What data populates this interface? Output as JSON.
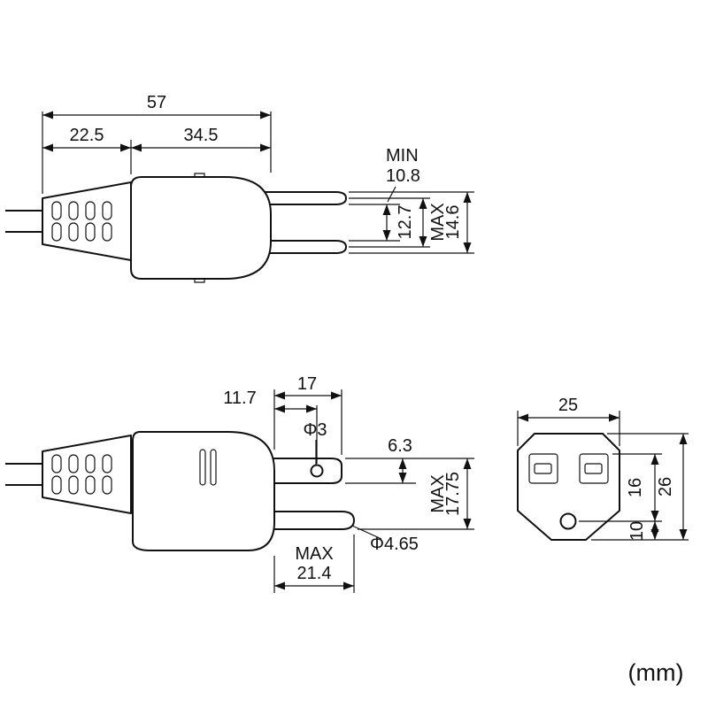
{
  "unit": "(mm)",
  "top_view": {
    "overall": "57",
    "boot": "22.5",
    "body": "34.5",
    "min_label": "MIN",
    "min_value": "10.8",
    "pitch": "12.7",
    "max_label": "MAX",
    "max_value": "14.6"
  },
  "side_view": {
    "blade_length": "17",
    "hole_offset": "11.7",
    "hole_dia": "Φ3",
    "blade_width": "6.3",
    "max_label": "MAX",
    "span_value": "17.75",
    "pin_max_label": "MAX",
    "pin_length": "21.4",
    "pin_dia": "Φ4.65"
  },
  "socket_view": {
    "width": "25",
    "slot_to_hole": "16",
    "hole_to_bottom": "10",
    "height": "26"
  }
}
